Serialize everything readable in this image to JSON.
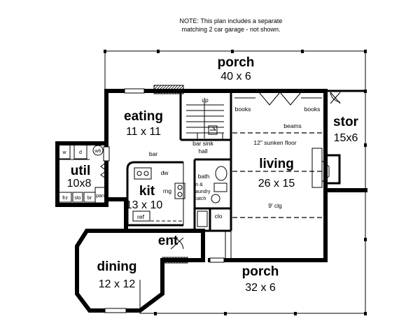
{
  "note": {
    "line1": "NOTE: This plan includes a separate",
    "line2": "matching 2 car garage - not shown."
  },
  "rooms": {
    "porch_top": {
      "name": "porch",
      "dims": "40 x 6"
    },
    "eating": {
      "name": "eating",
      "dims": "11 x 11"
    },
    "stor": {
      "name": "stor",
      "dims": "15x6"
    },
    "util": {
      "name": "util",
      "dims": "10x8"
    },
    "living": {
      "name": "living",
      "dims": "26 x 15"
    },
    "kit": {
      "name": "kit",
      "dims": "13 x 10"
    },
    "ent": {
      "name": "ent"
    },
    "dining": {
      "name": "dining",
      "dims": "12 x 12"
    },
    "porch_bottom": {
      "name": "porch",
      "dims": "32 x 6"
    }
  },
  "labels": {
    "up": "up",
    "books_left": "books",
    "books_right": "books",
    "beams": "beams",
    "sunken": "12\" sunken floor",
    "bar_sink_1": "bar sink",
    "bar_sink_2": "hall",
    "bar": "bar",
    "dw": "dw",
    "rng": "rng",
    "ref": "ref",
    "bath_1": "bath",
    "bath_2": "lin &",
    "bath_3": "laundry",
    "bath_4": "catch",
    "clo": "clo",
    "clg": "9' clg",
    "wh": "wh",
    "w": "w",
    "d": "d",
    "frz": "frz",
    "sto": "sto",
    "br": "br",
    "pan": "pan"
  }
}
